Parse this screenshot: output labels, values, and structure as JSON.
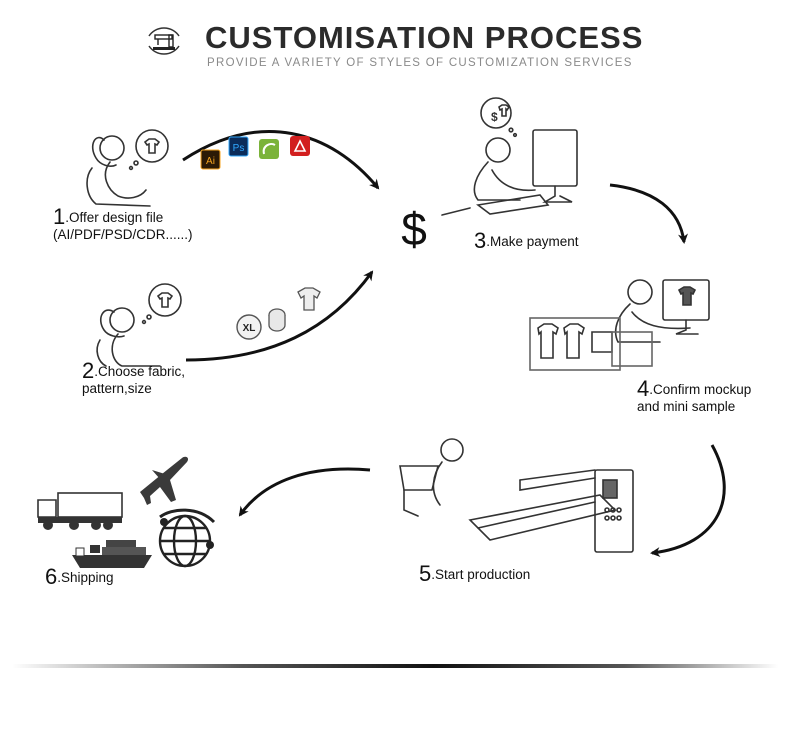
{
  "header": {
    "title": "CUSTOMISATION PROCESS",
    "subtitle": "PROVIDE A VARIETY OF STYLES OF CUSTOMIZATION SERVICES",
    "icon": "sewing-machine-icon"
  },
  "steps": [
    {
      "number": "1",
      "line1": ".Offer design file",
      "line2": "(AI/PDF/PSD/CDR......)"
    },
    {
      "number": "2",
      "line1": ".Choose fabric,",
      "line2": "pattern,size"
    },
    {
      "number": "3",
      "line1": ".Make payment",
      "line2": ""
    },
    {
      "number": "4",
      "line1": ".Confirm mockup",
      "line2": "and mini sample"
    },
    {
      "number": "5",
      "line1": ".Start production",
      "line2": ""
    },
    {
      "number": "6",
      "line1": ".Shipping",
      "line2": ""
    }
  ],
  "badges": {
    "ai": "Ai",
    "ps": "Ps",
    "xl": "XL",
    "dollar": "$"
  },
  "colors": {
    "arrow": "#111111",
    "ai": "#2b1a06",
    "ai_text": "#f7a521",
    "ps": "#0b2c5a",
    "ps_text": "#31a8ff",
    "cdr": "#7bb33a",
    "pdf": "#d21f1f"
  }
}
